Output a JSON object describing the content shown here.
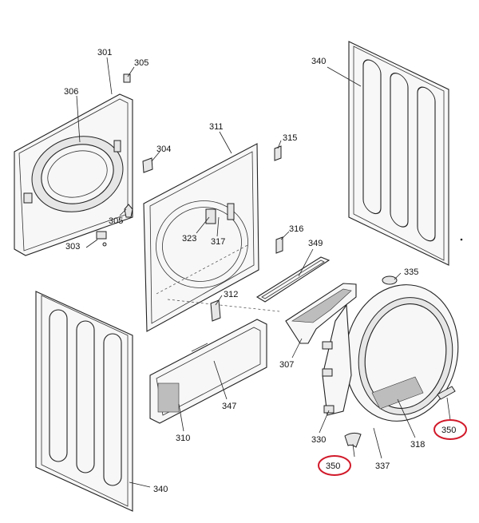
{
  "callouts": [
    {
      "id": "c301",
      "label": "301"
    },
    {
      "id": "c305a",
      "label": "305"
    },
    {
      "id": "c306",
      "label": "306"
    },
    {
      "id": "c340a",
      "label": "340"
    },
    {
      "id": "c311",
      "label": "311"
    },
    {
      "id": "c315",
      "label": "315"
    },
    {
      "id": "c304",
      "label": "304"
    },
    {
      "id": "c305b",
      "label": "305"
    },
    {
      "id": "c303",
      "label": "303"
    },
    {
      "id": "c323",
      "label": "323"
    },
    {
      "id": "c317",
      "label": "317"
    },
    {
      "id": "c316",
      "label": "316"
    },
    {
      "id": "c349",
      "label": "349"
    },
    {
      "id": "c335",
      "label": "335"
    },
    {
      "id": "c312",
      "label": "312"
    },
    {
      "id": "c307",
      "label": "307"
    },
    {
      "id": "c347",
      "label": "347"
    },
    {
      "id": "c310",
      "label": "310"
    },
    {
      "id": "c330",
      "label": "330"
    },
    {
      "id": "c318",
      "label": "318"
    },
    {
      "id": "c337",
      "label": "337"
    },
    {
      "id": "c340b",
      "label": "340"
    },
    {
      "id": "c350a",
      "label": "350"
    },
    {
      "id": "c350b",
      "label": "350"
    }
  ],
  "colors": {
    "highlight": "#d11a2a",
    "line": "#222222"
  }
}
